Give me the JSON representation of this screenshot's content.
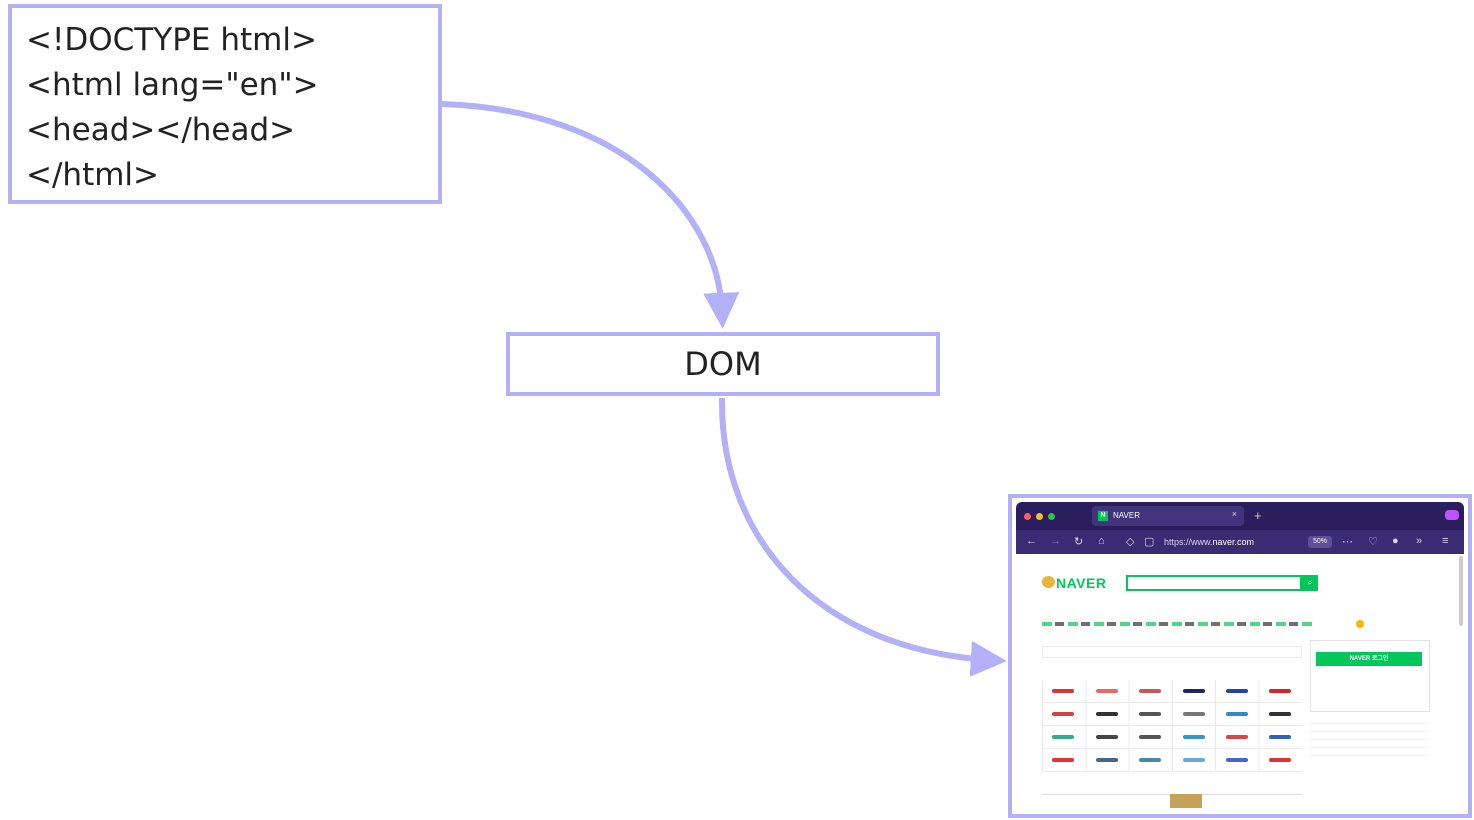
{
  "code_box": {
    "lines": [
      "<!DOCTYPE html>",
      "<html lang=\"en\">",
      "<head></head>",
      "</html>"
    ]
  },
  "dom_box": {
    "label": "DOM"
  },
  "arrow_color": "#b3b0f7",
  "browser": {
    "tab_title": "NAVER",
    "favicon_letter": "N",
    "url_prefix": "https://www.",
    "url_domain": "naver.com",
    "zoom": "50%",
    "page_logo": "NAVER",
    "login_button": "NAVER 로그인",
    "accent": "#03c75a",
    "chrome_color": "#2b1e5c"
  }
}
